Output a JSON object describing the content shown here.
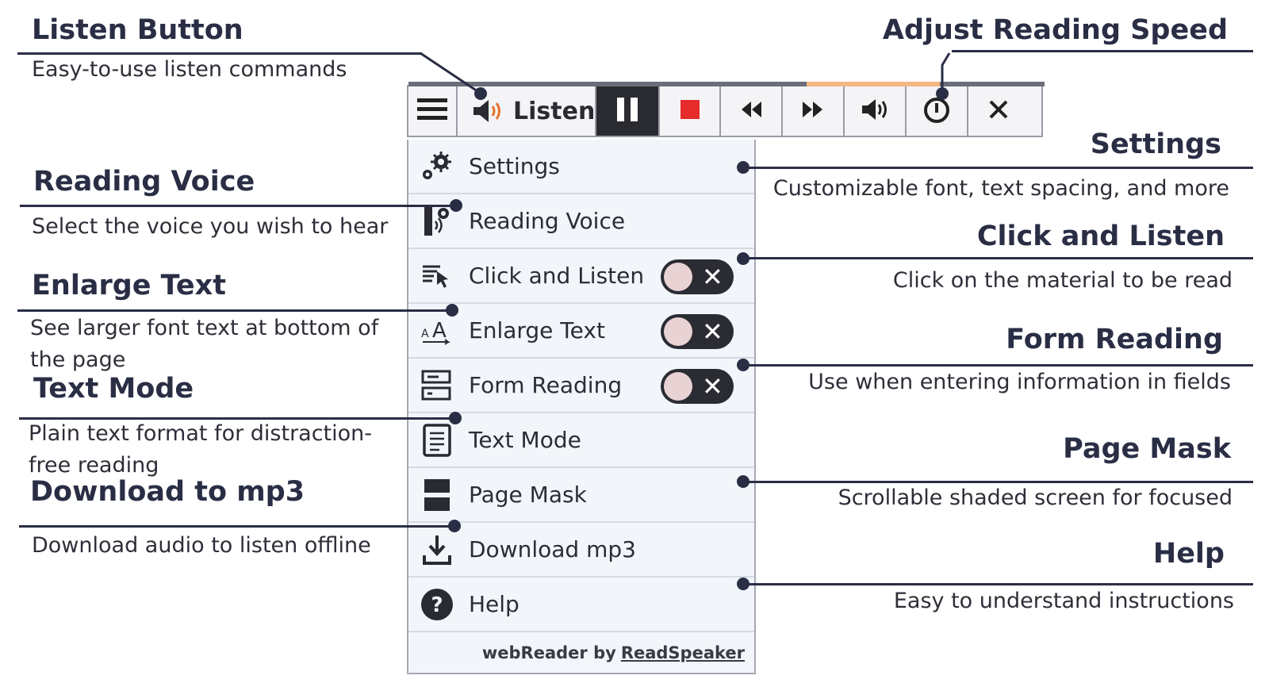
{
  "toolbar": {
    "listen_label": "Listen",
    "buttons": [
      "menu-icon",
      "speaker-icon",
      "pause-icon",
      "stop-icon",
      "rewind-icon",
      "fast-forward-icon",
      "volume-icon",
      "speed-icon",
      "close-icon"
    ],
    "progress_fraction": 0.21,
    "colors": {
      "progress_track": "#6b6e78",
      "progress_fill": "#f4b683",
      "stop": "#e52b2b",
      "pause_bg": "#2a2b31"
    }
  },
  "menu": {
    "items": [
      {
        "label": "Settings",
        "icon": "gear-icon",
        "toggle": false
      },
      {
        "label": "Reading Voice",
        "icon": "reading-voice-icon",
        "toggle": false
      },
      {
        "label": "Click and Listen",
        "icon": "click-listen-icon",
        "toggle": true,
        "state": "off"
      },
      {
        "label": "Enlarge Text",
        "icon": "enlarge-text-icon",
        "toggle": true,
        "state": "off"
      },
      {
        "label": "Form Reading",
        "icon": "form-reading-icon",
        "toggle": true,
        "state": "off"
      },
      {
        "label": "Text Mode",
        "icon": "text-mode-icon",
        "toggle": false
      },
      {
        "label": "Page Mask",
        "icon": "page-mask-icon",
        "toggle": false
      },
      {
        "label": "Download mp3",
        "icon": "download-icon",
        "toggle": false
      },
      {
        "label": "Help",
        "icon": "help-icon",
        "toggle": false
      }
    ],
    "footer_prefix": "webReader by",
    "footer_brand": "ReadSpeaker",
    "toggle_x": "✕"
  },
  "callouts": {
    "listen_button": {
      "title": "Listen Button",
      "desc": "Easy-to-use listen commands"
    },
    "reading_voice": {
      "title": "Reading Voice",
      "desc": "Select the voice you wish to hear"
    },
    "enlarge_text": {
      "title": "Enlarge Text",
      "desc": "See larger font text at bottom of the page"
    },
    "text_mode": {
      "title": "Text Mode",
      "desc": "Plain text format for distraction-free reading"
    },
    "download": {
      "title": "Download to mp3",
      "desc": "Download audio to listen offline"
    },
    "adjust_speed": {
      "title": "Adjust Reading Speed"
    },
    "settings": {
      "title": "Settings",
      "desc": "Customizable font, text spacing, and more"
    },
    "click_listen": {
      "title": "Click and Listen",
      "desc": "Click on the material to be read"
    },
    "form_reading": {
      "title": "Form Reading",
      "desc": "Use when entering information in fields"
    },
    "page_mask": {
      "title": "Page Mask",
      "desc": "Scrollable shaded screen for focused"
    },
    "help": {
      "title": "Help",
      "desc": "Easy to understand instructions"
    }
  }
}
